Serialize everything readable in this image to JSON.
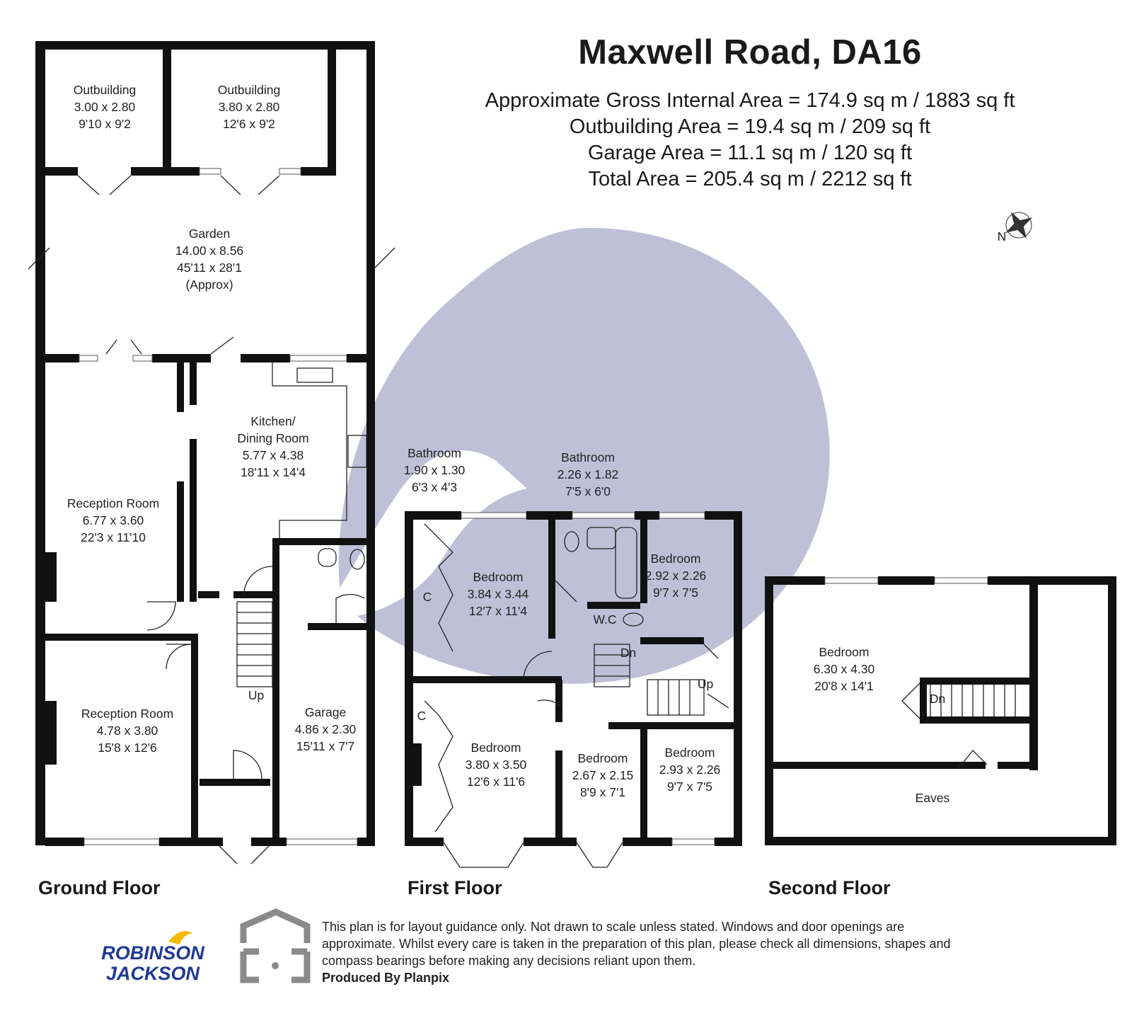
{
  "title": "Maxwell Road, DA16",
  "areas": [
    "Approximate Gross Internal Area = 174.9 sq m / 1883 sq ft",
    "Outbuilding Area = 19.4 sq m / 209 sq ft",
    "Garage Area = 11.1 sq m / 120 sq ft",
    "Total Area = 205.4 sq m / 2212 sq ft"
  ],
  "compass_label": "N",
  "floors": {
    "ground": "Ground Floor",
    "first": "First Floor",
    "second": "Second Floor"
  },
  "rooms": {
    "outbuilding1": [
      "Outbuilding",
      "3.00 x 2.80",
      "9'10 x 9'2"
    ],
    "outbuilding2": [
      "Outbuilding",
      "3.80 x 2.80",
      "12'6 x 9'2"
    ],
    "garden": [
      "Garden",
      "14.00 x 8.56",
      "45'11 x 28'1",
      "(Approx)"
    ],
    "kitchen": [
      "Kitchen/",
      "Dining Room",
      "5.77 x 4.38",
      "18'11 x 14'4"
    ],
    "reception1": [
      "Reception Room",
      "6.77 x 3.60",
      "22'3 x 11'10"
    ],
    "reception2": [
      "Reception Room",
      "4.78 x 3.80",
      "15'8 x 12'6"
    ],
    "garage": [
      "Garage",
      "4.86 x 2.30",
      "15'11 x 7'7"
    ],
    "bathroom_ground": [
      "Bathroom",
      "1.90 x 1.30",
      "6'3 x 4'3"
    ],
    "bathroom_first": [
      "Bathroom",
      "2.26 x 1.82",
      "7'5 x 6'0"
    ],
    "bedroom_a": [
      "Bedroom",
      "3.84 x 3.44",
      "12'7 x 11'4"
    ],
    "bedroom_b": [
      "Bedroom",
      "2.92 x 2.26",
      "9'7 x 7'5"
    ],
    "bedroom_c": [
      "Bedroom",
      "3.80 x 3.50",
      "12'6 x 11'6"
    ],
    "bedroom_d": [
      "Bedroom",
      "2.67 x 2.15",
      "8'9 x 7'1"
    ],
    "bedroom_e": [
      "Bedroom",
      "2.93 x 2.26",
      "9'7 x 7'5"
    ],
    "bedroom_f": [
      "Bedroom",
      "6.30 x 4.30",
      "20'8 x 14'1"
    ],
    "eaves": "Eaves"
  },
  "markers": {
    "up": "Up",
    "dn": "Dn",
    "wc": "W.C",
    "cupboard": "C"
  },
  "disclaimer": "This plan is for layout guidance only. Not drawn to scale unless stated. Windows and door openings are approximate. Whilst every care is taken in the preparation of this plan, please check all dimensions, shapes and compass bearings before making any decisions reliant upon them.",
  "produced_by": "Produced By Planpix",
  "logo": {
    "line1": "ROBINSON",
    "line2": "JACKSON"
  },
  "colors": {
    "wall": "#111111",
    "watermark": "#b9b8d3",
    "logo_blue": "#1f3a93",
    "logo_yellow": "#f5b800",
    "planpix_grey": "#8a8a8a"
  }
}
